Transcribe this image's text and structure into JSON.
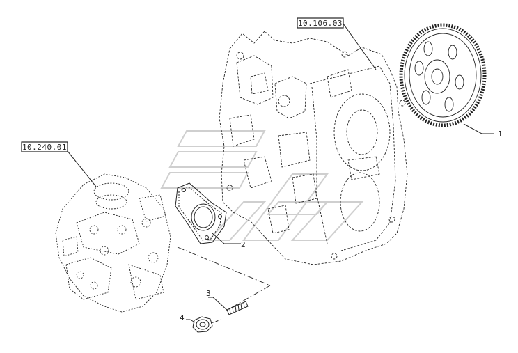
{
  "diagram": {
    "references": {
      "housing_ref": "10.106.03",
      "pump_ref": "10.240.01"
    },
    "callouts": {
      "gear": "1",
      "gasket": "2",
      "stud": "3",
      "nut": "4"
    },
    "colors": {
      "line": "#222222",
      "watermark": "#cfcfcf",
      "background": "#ffffff"
    }
  }
}
